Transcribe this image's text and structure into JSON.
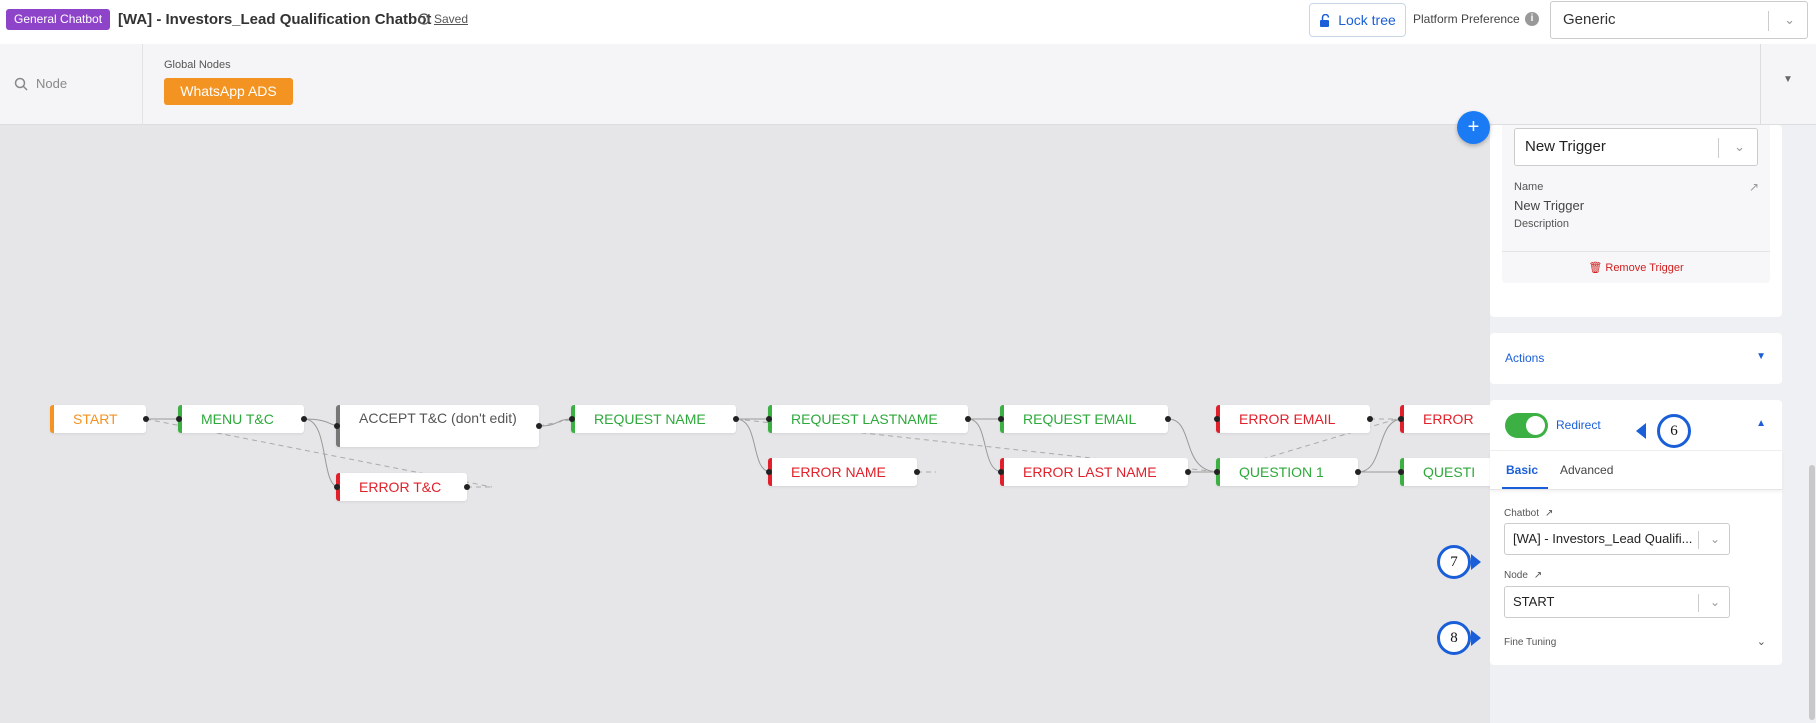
{
  "header": {
    "badge": "General Chatbot",
    "title": "[WA] - Investors_Lead Qualification Chatbot",
    "saved": "Saved",
    "lock_button": "Lock tree",
    "platform_label": "Platform Preference",
    "platform_value": "Generic"
  },
  "toolbar": {
    "search_placeholder": "Node",
    "global_nodes_label": "Global Nodes",
    "global_node_button": "WhatsApp ADS"
  },
  "flow": {
    "nodes": {
      "start": "START",
      "menu_tc": "MENU T&C",
      "accept_tc": "ACCEPT T&C (don't edit)",
      "error_tc": "ERROR T&C",
      "request_name": "REQUEST NAME",
      "error_name": "ERROR NAME",
      "request_lastname": "REQUEST LASTNAME",
      "error_lastname": "ERROR LAST NAME",
      "request_email": "REQUEST EMAIL",
      "error_email": "ERROR EMAIL",
      "question_1": "QUESTION 1",
      "error_cut": "ERROR",
      "question_cut": "QUESTI"
    },
    "add_button": "+"
  },
  "panel": {
    "trigger": {
      "select_value": "New Trigger",
      "name_label": "Name",
      "name_value": "New Trigger",
      "description_label": "Description",
      "remove": "Remove Trigger"
    },
    "actions": {
      "title": "Actions"
    },
    "redirect": {
      "label": "Redirect",
      "enabled": true,
      "tabs": [
        "Basic",
        "Advanced"
      ],
      "chatbot_label": "Chatbot",
      "chatbot_value": "[WA] - Investors_Lead Qualifi...",
      "node_label": "Node",
      "node_value": "START",
      "fine_tuning": "Fine Tuning"
    }
  },
  "callouts": {
    "c6": "6",
    "c7": "7",
    "c8": "8"
  },
  "colors": {
    "accent": "#1a5fd8",
    "success": "#3cb043",
    "error": "#e0202a",
    "start": "#f39321",
    "badge": "#8e44c9"
  }
}
